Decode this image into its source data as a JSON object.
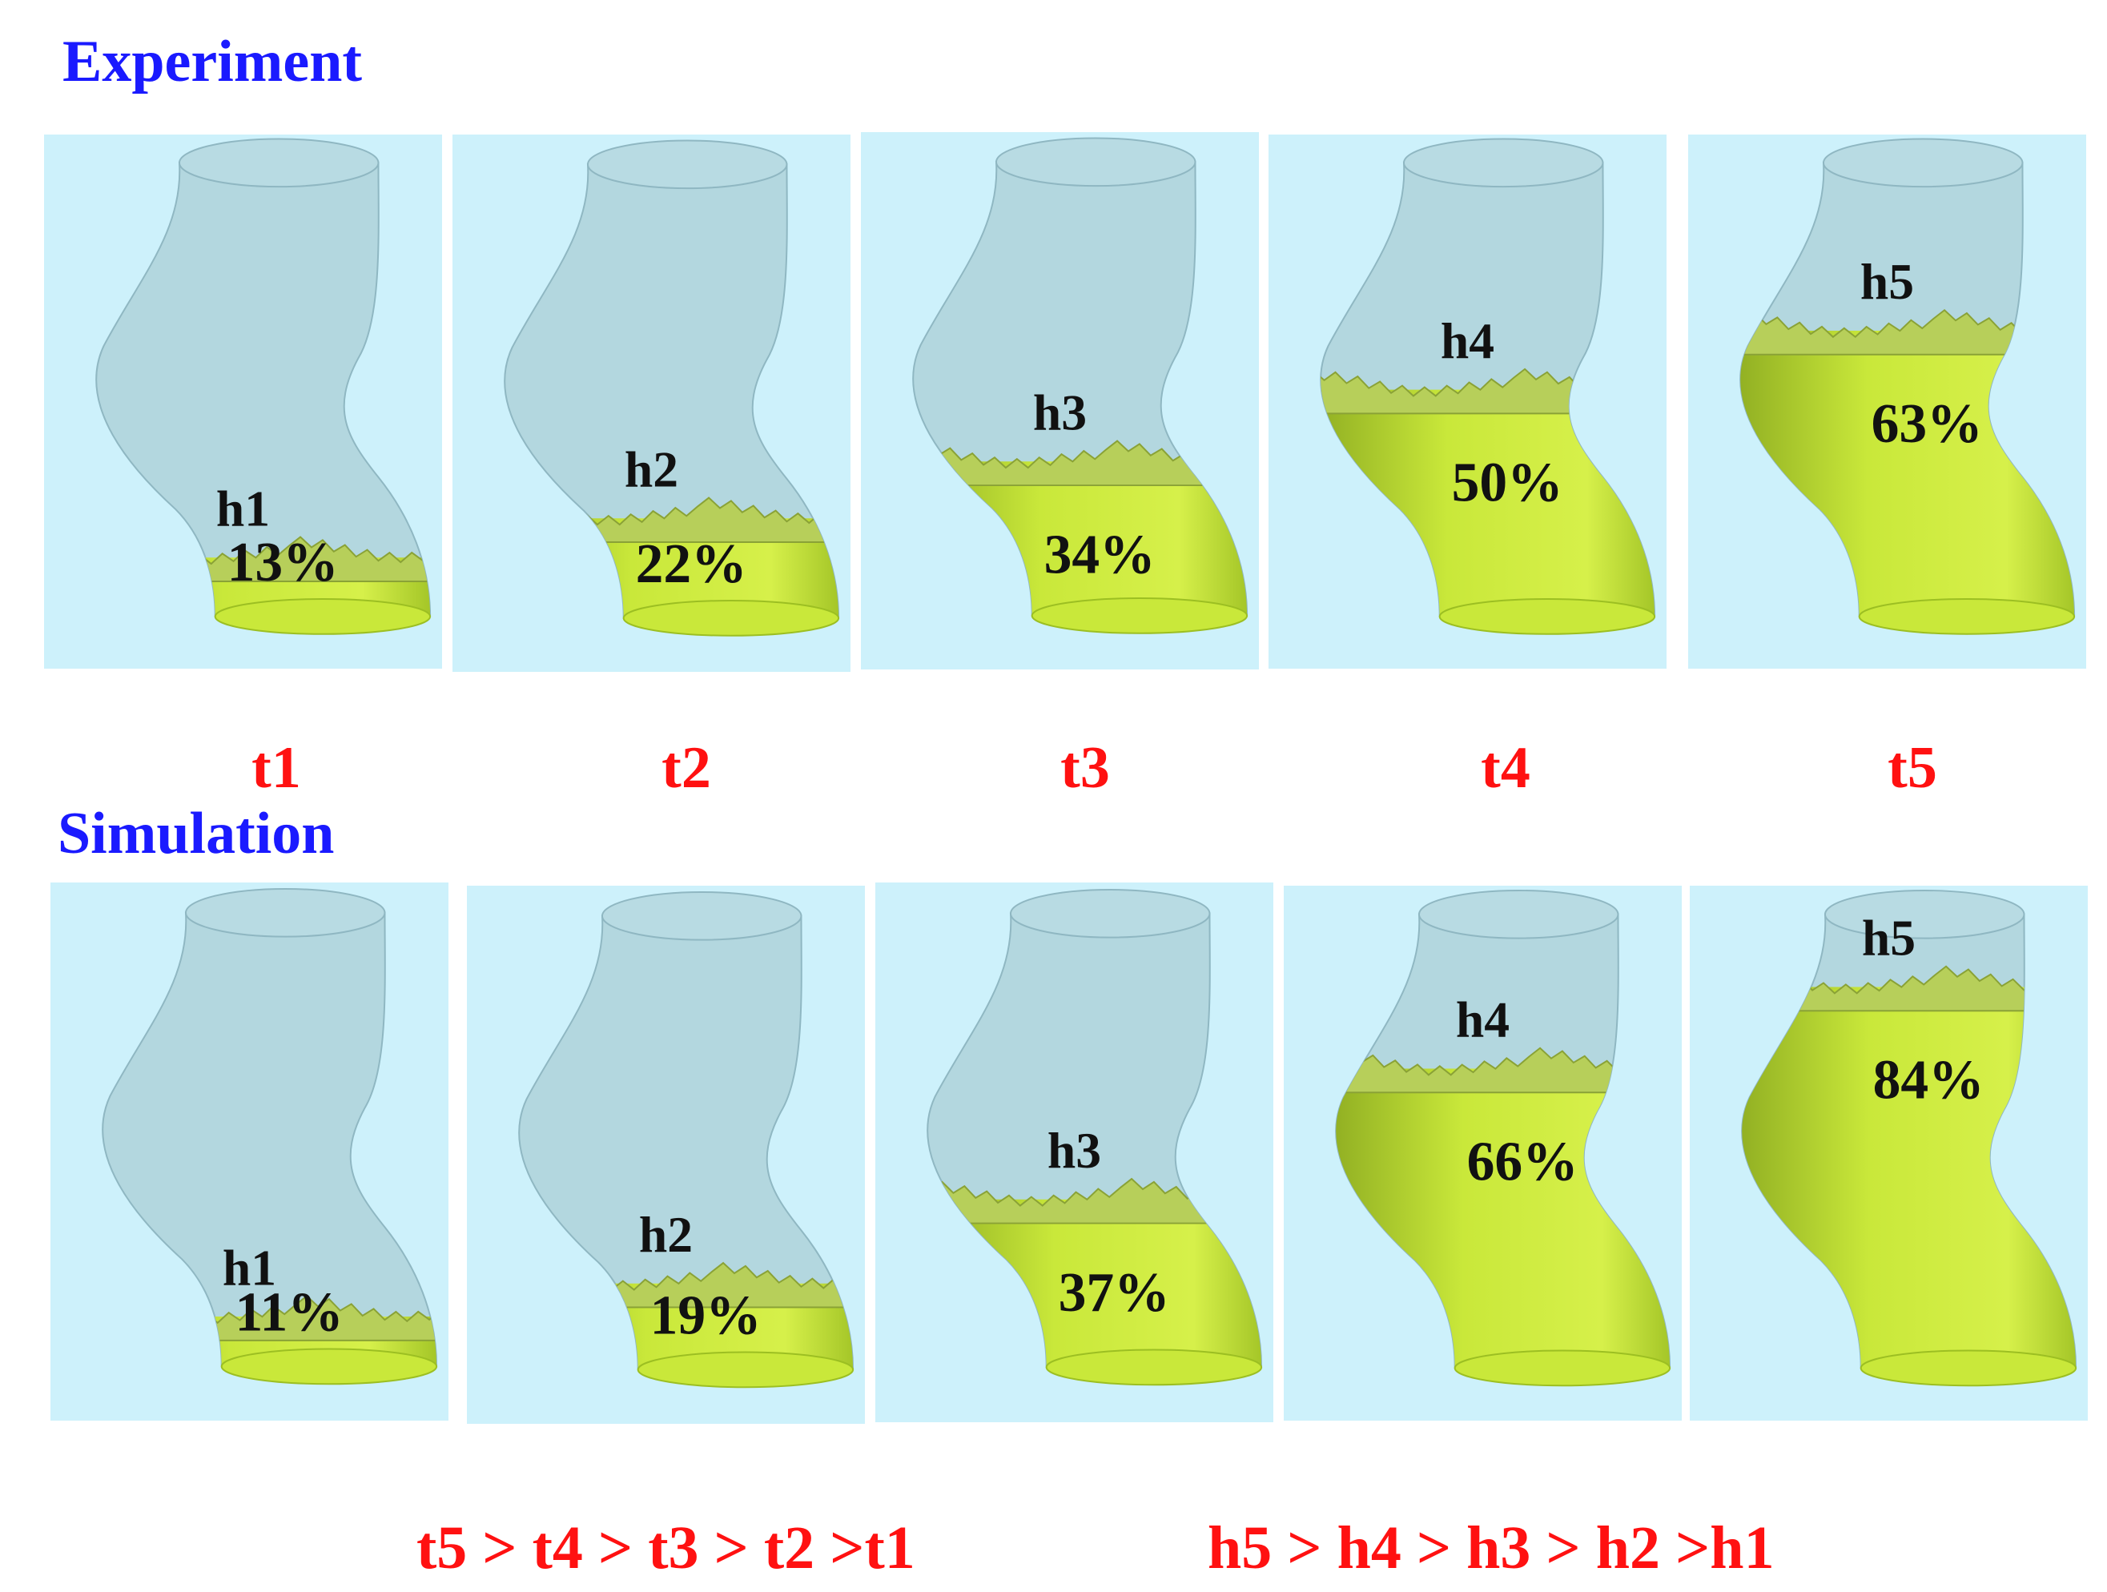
{
  "titles": {
    "experiment": "Experiment",
    "simulation": "Simulation"
  },
  "time_labels": [
    "t1",
    "t2",
    "t3",
    "t4",
    "t5"
  ],
  "experiment": [
    {
      "height_label": "h1",
      "percent": "13%",
      "fill_fraction": 0.13
    },
    {
      "height_label": "h2",
      "percent": "22%",
      "fill_fraction": 0.22
    },
    {
      "height_label": "h3",
      "percent": "34%",
      "fill_fraction": 0.34
    },
    {
      "height_label": "h4",
      "percent": "50%",
      "fill_fraction": 0.5
    },
    {
      "height_label": "h5",
      "percent": "63%",
      "fill_fraction": 0.63
    }
  ],
  "simulation": [
    {
      "height_label": "h1",
      "percent": "11%",
      "fill_fraction": 0.11
    },
    {
      "height_label": "h2",
      "percent": "19%",
      "fill_fraction": 0.19
    },
    {
      "height_label": "h3",
      "percent": "37%",
      "fill_fraction": 0.37
    },
    {
      "height_label": "h4",
      "percent": "66%",
      "fill_fraction": 0.66
    },
    {
      "height_label": "h5",
      "percent": "84%",
      "fill_fraction": 0.84
    }
  ],
  "summary": {
    "time_order": "t5 > t4 > t3 > t2 >t1",
    "height_order": "h5 > h4 > h3 > h2 >h1"
  },
  "colors": {
    "title": "#1a1aff",
    "time_label": "#ff1111",
    "panel_bg": "#cdf1fb",
    "fill": "#c9e83a",
    "tube": "#a9cdd6"
  }
}
